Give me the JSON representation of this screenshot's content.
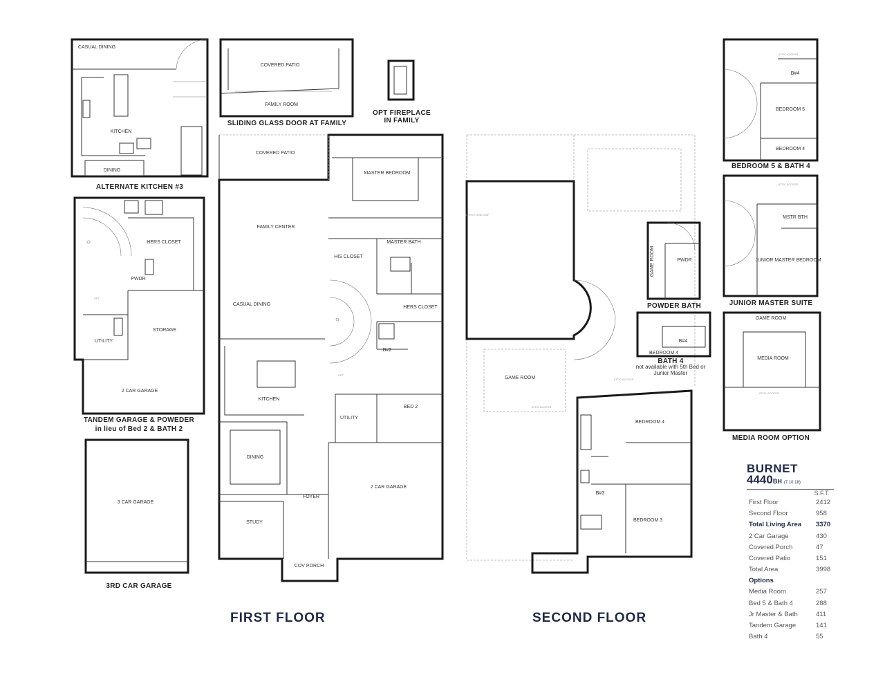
{
  "rooms": {
    "alt_casual_dining": "CASUAL DINING",
    "alt_kitchen": "KITCHEN",
    "alt_dining": "DINING",
    "slide_patio": "COVERED PATIO",
    "slide_family": "FAMILY ROOM",
    "tandem_hers_closet": "HERS CLOSET",
    "tandem_pwdr": "PWDR",
    "tandem_utility": "UTILITY",
    "tandem_storage": "STORAGE",
    "tandem_garage": "2 CAR GARAGE",
    "tandem_opt": "OPT",
    "third_garage": "3 CAR GARAGE",
    "covered_patio": "COVERED PATIO",
    "master_bedroom": "MASTER BEDROOM",
    "family_center": "FAMILY CENTER",
    "master_bath": "MASTER BATH",
    "his_closet": "HIS CLOSET",
    "hers_closet": "HERS CLOSET",
    "casual_dining": "CASUAL DINING",
    "b2": "B#2",
    "opt": "OPT",
    "kitchen": "KITCHEN",
    "utility": "UTILITY",
    "bed2": "BED 2",
    "dining": "DINING",
    "foyer": "FOYER",
    "garage_2car": "2 CAR GARAGE",
    "study": "STUDY",
    "cov_porch": "COV PORCH",
    "open_to_below": "OPEN TO BELOW",
    "game_room": "GAME ROOM",
    "attic_access_1": "ATTIC ACCESS",
    "attic_access_2": "ATTIC ACCESS",
    "bedroom4": "BEDROOM 4",
    "b3": "B#3",
    "bedroom3": "BEDROOM 3",
    "pb_game_room": "GAME ROOM",
    "pb_pwdr": "PWDR",
    "bath4_bedroom4": "BEDROOM 4",
    "bath4_b4": "B#4",
    "bed5_b4": "B#4",
    "bed5_bedroom5": "BEDROOM 5",
    "bed5_bedroom4": "BEDROOM 4",
    "bed5_attic": "ATTIC ACCESS",
    "jm_attic": "ATTIC ACCESS",
    "jm_mstr_bth": "MSTR BTH",
    "jm_bedroom": "JUNIOR MASTER BEDROOM",
    "media_game_room": "GAME ROOM",
    "media_room": "MEDIA ROOM",
    "media_attic": "ATTIC ACCESS"
  },
  "captions": {
    "alternate_kitchen": "ALTERNATE KITCHEN #3",
    "sliding_glass": "SLIDING GLASS DOOR AT FAMILY",
    "opt_fireplace_1": "OPT FIREPLACE",
    "opt_fireplace_2": "IN FAMILY",
    "tandem_1": "TANDEM GARAGE & POWEDER",
    "tandem_2": "in lieu of Bed 2 & BATH 2",
    "third_car": "3RD CAR GARAGE",
    "powder_bath": "POWDER BATH",
    "bath4_title": "BATH 4",
    "bath4_note_1": "not available with 5th Bed or",
    "bath4_note_2": "Junior Master",
    "bed5_bath4": "BEDROOM 5 & BATH 4",
    "junior_master_suite": "JUNIOR MASTER SUITE",
    "media_room_option": "MEDIA ROOM OPTION",
    "first_floor": "FIRST FLOOR",
    "second_floor": "SECOND FLOOR"
  },
  "plan_info": {
    "name": "BURNET",
    "number": "4440",
    "suffix": "BH",
    "date": "(7.10.18)",
    "unit": "S.F.T.",
    "areas": [
      {
        "label": "First Floor",
        "value": "2412",
        "bold": false
      },
      {
        "label": "Second Floor",
        "value": "958",
        "bold": false
      },
      {
        "label": "Total Living Area",
        "value": "3370",
        "bold": true
      },
      {
        "label": "2 Car Garage",
        "value": "430",
        "bold": false
      },
      {
        "label": "Covered Porch",
        "value": "47",
        "bold": false
      },
      {
        "label": "Covered Patio",
        "value": "151",
        "bold": false
      },
      {
        "label": "Total Area",
        "value": "3998",
        "bold": false
      }
    ],
    "options_heading": "Options",
    "options": [
      {
        "label": "Media Room",
        "value": "257"
      },
      {
        "label": "Bed 5 & Bath 4",
        "value": "288"
      },
      {
        "label": "Jr Master & Bath",
        "value": "411"
      },
      {
        "label": "Tandem Garage",
        "value": "141"
      },
      {
        "label": "Bath 4",
        "value": "55"
      }
    ]
  }
}
